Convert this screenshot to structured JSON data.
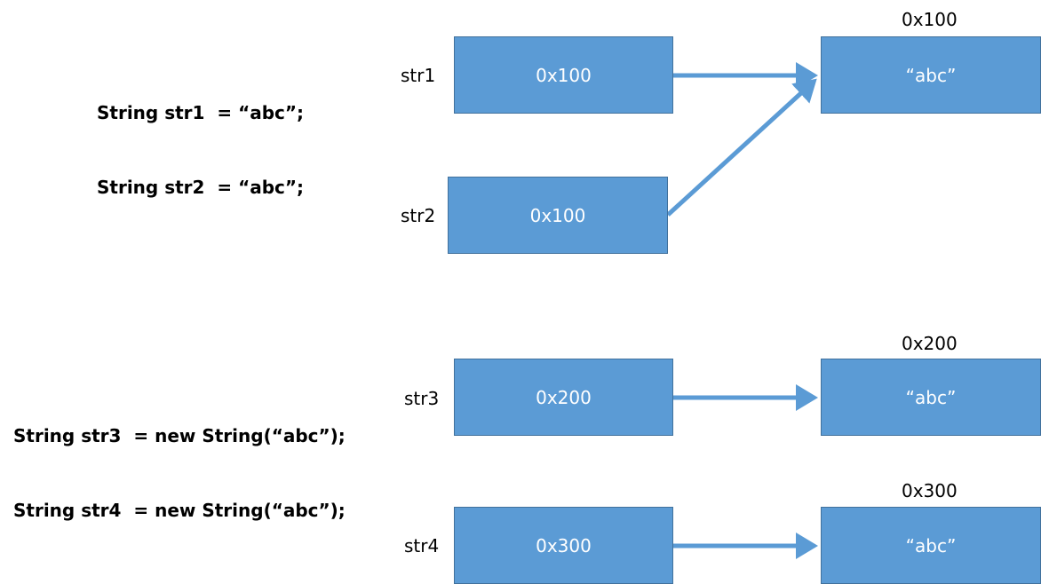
{
  "colors": {
    "box_fill": "#5b9bd5",
    "box_border": "#41719c",
    "arrow": "#5b9bd5"
  },
  "group1": {
    "code_lines": [
      "String str1  = “abc”;",
      "String str2  = “abc”;"
    ],
    "vars": [
      {
        "name": "str1",
        "value": "0x100"
      },
      {
        "name": "str2",
        "value": "0x100"
      }
    ],
    "heap": [
      {
        "address": "0x100",
        "content": "“abc”"
      }
    ]
  },
  "group2": {
    "code_lines": [
      "String str3  = new String(“abc”);",
      "String str4  = new String(“abc”);"
    ],
    "vars": [
      {
        "name": "str3",
        "value": "0x200"
      },
      {
        "name": "str4",
        "value": "0x300"
      }
    ],
    "heap": [
      {
        "address": "0x200",
        "content": "“abc”"
      },
      {
        "address": "0x300",
        "content": "“abc”"
      }
    ]
  }
}
